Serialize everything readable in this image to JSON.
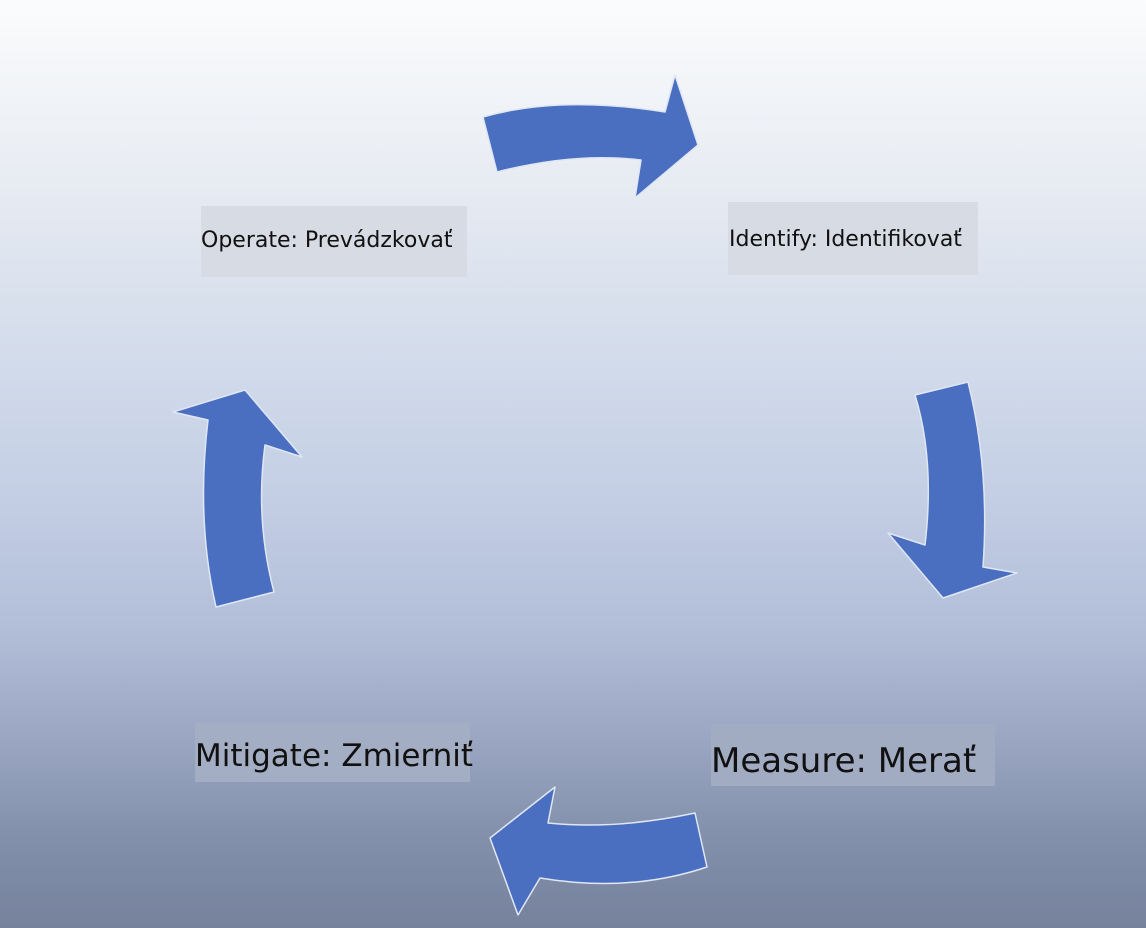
{
  "diagram": {
    "type": "cycle",
    "stages": [
      {
        "id": "identify",
        "label": "Identify: Identifikovať"
      },
      {
        "id": "measure",
        "label": "Measure: Merať"
      },
      {
        "id": "mitigate",
        "label": "Mitigate: Zmierniť"
      },
      {
        "id": "operate",
        "label": "Operate: Prevádzkovať"
      }
    ],
    "arrow_color": "#4a6fc1",
    "flow": "clockwise"
  }
}
